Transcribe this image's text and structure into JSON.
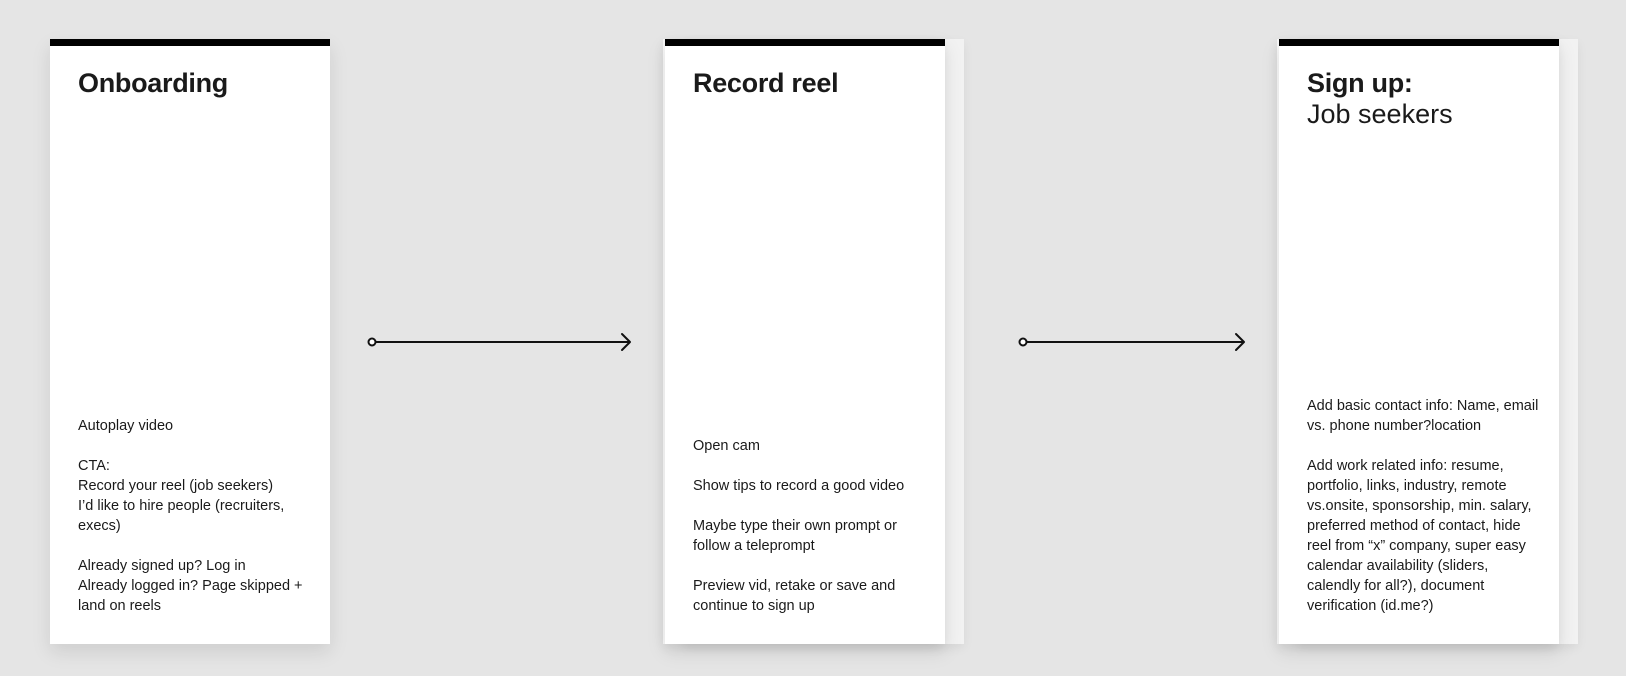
{
  "cards": [
    {
      "title": "Onboarding",
      "notes": [
        [
          "Autoplay video"
        ],
        [
          "CTA:",
          "Record your reel (job seekers)",
          "I’d like to hire people (recruiters, execs)"
        ],
        [
          "Already signed up? Log in",
          "Already logged in? Page skipped + land on reels"
        ]
      ]
    },
    {
      "title": "Record reel",
      "notes": [
        [
          "Open cam"
        ],
        [
          "Show tips to record a good video"
        ],
        [
          "Maybe type their own prompt or follow a teleprompt"
        ],
        [
          "Preview vid, retake or save and continue to sign up"
        ]
      ]
    },
    {
      "title": "Sign up:",
      "subtitle": "Job seekers",
      "notes": [
        [
          "Add basic contact info: Name, email vs. phone number?location"
        ],
        [
          "Add work related info: resume, portfolio, links, industry, remote vs.onsite, sponsorship, min. salary, preferred method of contact, hide reel from “x” company, super easy calendar availability (sliders, calendly for all?), document verification (id.me?)"
        ]
      ]
    }
  ],
  "colors": {
    "canvas": "#e5e5e5",
    "card": "#ffffff",
    "card_top_bar": "#000000",
    "text": "#1a1a1a",
    "connector": "#111111"
  }
}
